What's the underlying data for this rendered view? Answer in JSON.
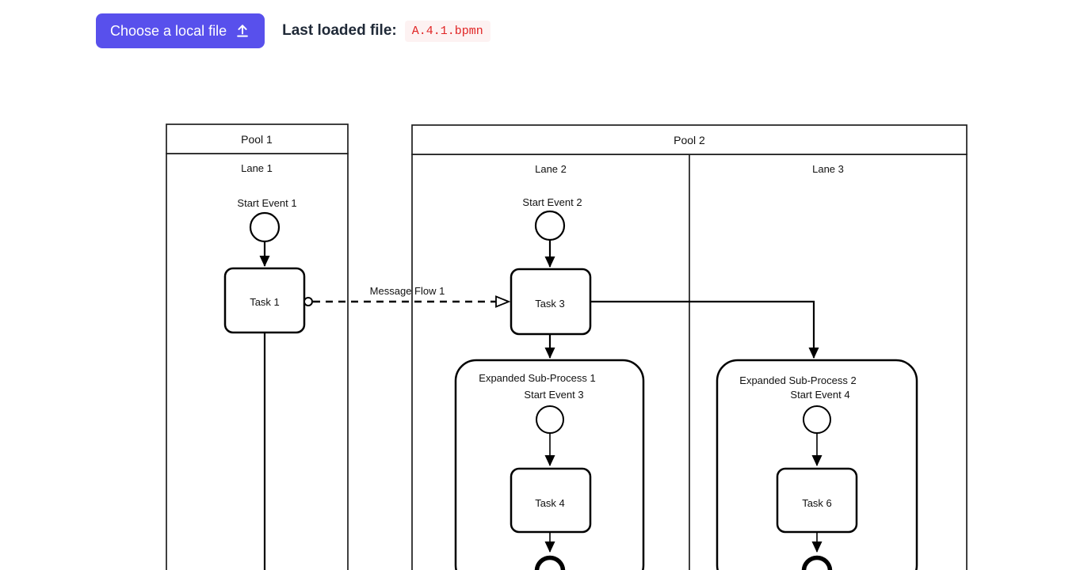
{
  "header": {
    "choose_file_button": "Choose a local file",
    "last_loaded_label": "Last loaded file:",
    "loaded_file_name": "A.4.1.bpmn"
  },
  "colors": {
    "button_bg": "#5850ec",
    "button_text": "#ffffff",
    "file_name_text": "#e02424",
    "file_name_bg": "#fdf2f2",
    "diagram_ink": "#000000"
  },
  "diagram": {
    "pools": [
      {
        "label": "Pool 1",
        "lanes": [
          {
            "label": "Lane 1"
          }
        ]
      },
      {
        "label": "Pool 2",
        "lanes": [
          {
            "label": "Lane 2"
          },
          {
            "label": "Lane 3"
          }
        ]
      }
    ],
    "nodes": {
      "start_event_1": "Start Event 1",
      "task_1": "Task 1",
      "start_event_2": "Start Event 2",
      "task_3": "Task 3",
      "sub_process_1": "Expanded Sub-Process 1",
      "start_event_3": "Start Event 3",
      "task_4": "Task 4",
      "sub_process_2": "Expanded Sub-Process 2",
      "start_event_4": "Start Event 4",
      "task_6": "Task 6"
    },
    "flows": {
      "message_flow_1": "Message Flow 1"
    }
  }
}
